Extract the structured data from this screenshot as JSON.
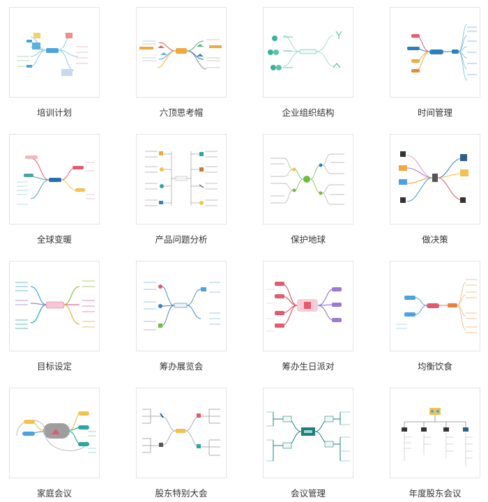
{
  "templates": [
    {
      "title": "培训计划",
      "icon": "mindmap-training-plan-thumbnail",
      "accent": "#4aa3df"
    },
    {
      "title": "六顶思考帽",
      "icon": "mindmap-six-hats-thumbnail",
      "accent": "#f2a93b"
    },
    {
      "title": "企业组织结构",
      "icon": "mindmap-org-structure-thumbnail",
      "accent": "#3bb39a"
    },
    {
      "title": "时间管理",
      "icon": "mindmap-time-management-thumbnail",
      "accent": "#2c7fb8"
    },
    {
      "title": "全球变暖",
      "icon": "mindmap-global-warming-thumbnail",
      "accent": "#e25a6b"
    },
    {
      "title": "产品问题分析",
      "icon": "mindmap-product-analysis-thumbnail",
      "accent": "#888888"
    },
    {
      "title": "保护地球",
      "icon": "mindmap-protect-earth-thumbnail",
      "accent": "#6bbf3b"
    },
    {
      "title": "做决策",
      "icon": "mindmap-decision-thumbnail",
      "accent": "#9a7ad1"
    },
    {
      "title": "目标设定",
      "icon": "mindmap-goal-setting-thumbnail",
      "accent": "#e2679b"
    },
    {
      "title": "筹办展览会",
      "icon": "mindmap-exhibition-thumbnail",
      "accent": "#3a7fc1"
    },
    {
      "title": "筹办生日派对",
      "icon": "mindmap-birthday-party-thumbnail",
      "accent": "#d95f9b"
    },
    {
      "title": "均衡饮食",
      "icon": "mindmap-balanced-diet-thumbnail",
      "accent": "#e8823a"
    },
    {
      "title": "家庭会议",
      "icon": "mindmap-family-meeting-thumbnail",
      "accent": "#2aa7a0"
    },
    {
      "title": "股东特别大会",
      "icon": "mindmap-shareholders-special-thumbnail",
      "accent": "#777777"
    },
    {
      "title": "会议管理",
      "icon": "mindmap-meeting-management-thumbnail",
      "accent": "#1f7f7a"
    },
    {
      "title": "年度股东会议",
      "icon": "mindmap-annual-shareholders-thumbnail",
      "accent": "#555555"
    }
  ]
}
